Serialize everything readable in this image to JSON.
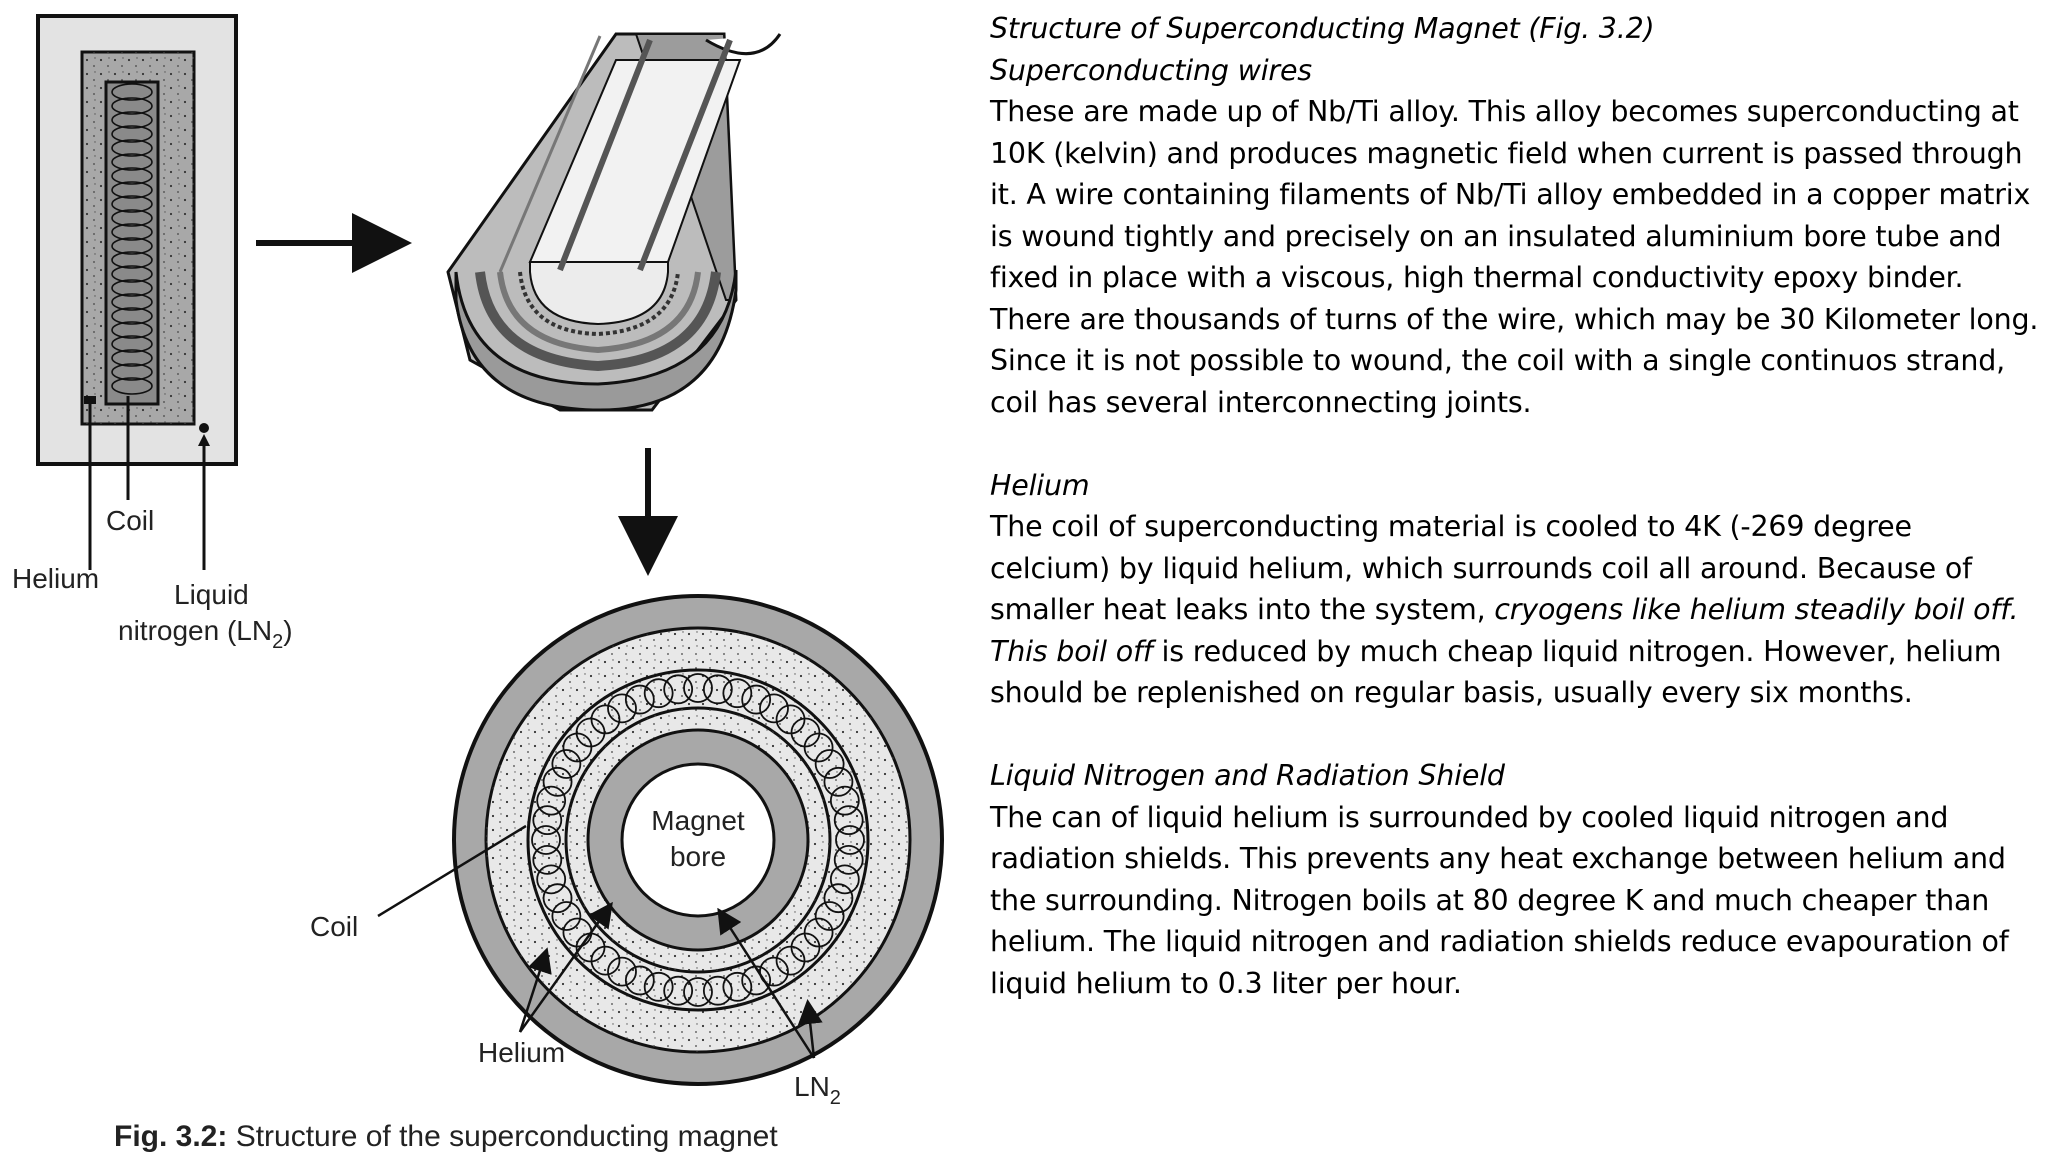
{
  "figure": {
    "labels": {
      "coil_top": "Coil",
      "helium_top": "Helium",
      "liquid_nitrogen_line1": "Liquid",
      "liquid_nitrogen_line2": "nitrogen (LN",
      "liquid_nitrogen_sub": "2",
      "liquid_nitrogen_close": ")",
      "magnet_bore_line1": "Magnet",
      "magnet_bore_line2": "bore",
      "coil_bottom": "Coil",
      "helium_bottom": "Helium",
      "ln2": "LN",
      "ln2_sub": "2"
    },
    "caption_bold": "Fig. 3.2:",
    "caption_text": " Structure of the superconducting magnet"
  },
  "text": {
    "section1_title": "Structure of Superconducting Magnet (Fig. 3.2)",
    "section1_subtitle": "Superconducting wires",
    "section1_body": "These are made up of Nb/Ti alloy. This alloy becomes superconducting at 10K (kelvin) and produces magnetic field when current is passed through it. A wire containing filaments of Nb/Ti alloy embedded in a copper matrix is wound tightly and precisely on an insulated aluminium bore tube and fixed in place with a viscous, high thermal conductivity epoxy binder. There are thousands of turns of the wire, which may be 30 Kilometer long. Since it is not possible to wound, the coil with a single continuos strand, coil has several interconnecting joints.",
    "section2_title": "Helium",
    "section2_body_a": "The coil of superconducting material is cooled to 4K (-269 degree celcium) by liquid helium, which surrounds coil all around. Because of smaller heat leaks into the system, ",
    "section2_body_italic": "cryogens like helium steadily boil off. This boil off",
    "section2_body_b": " is reduced by much cheap liquid nitrogen. However, helium should be replenished on regular basis, usually every six months.",
    "section3_title": "Liquid Nitrogen and Radiation Shield",
    "section3_body": "The can of liquid helium is surrounded by cooled liquid nitrogen and radiation shields. This prevents any heat exchange between helium and the surrounding. Nitrogen boils at 80 degree K and much cheaper than helium. The liquid nitrogen and radiation shields reduce evapouration of liquid helium to 0.3 liter per hour."
  }
}
